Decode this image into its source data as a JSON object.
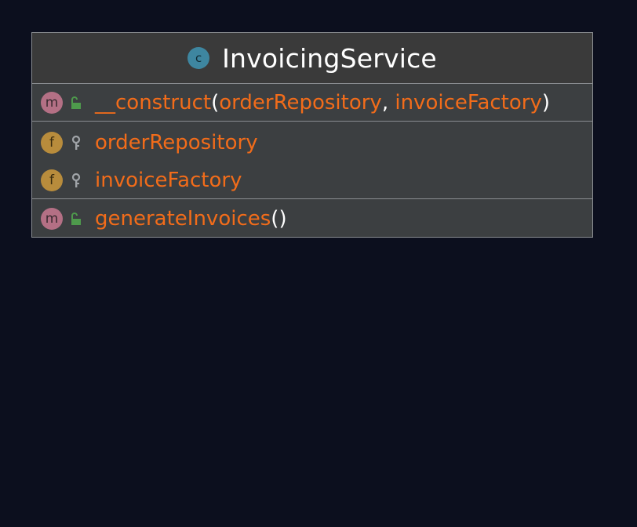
{
  "class": {
    "icon": "class-icon",
    "icon_letter": "c",
    "name": "InvoicingService"
  },
  "constructor": {
    "badge_letter": "m",
    "visibility": "public-unlocked-icon",
    "name": "__construct",
    "open_paren": "(",
    "param1": "orderRepository",
    "separator": ", ",
    "param2": "invoiceFactory",
    "close_paren": ")"
  },
  "fields": [
    {
      "badge_letter": "f",
      "visibility": "private-key-icon",
      "name": "orderRepository"
    },
    {
      "badge_letter": "f",
      "visibility": "private-key-icon",
      "name": "invoiceFactory"
    }
  ],
  "methods": [
    {
      "badge_letter": "m",
      "visibility": "public-unlocked-icon",
      "name": "generateInvoices",
      "parens": "()"
    }
  ],
  "colors": {
    "background": "#0c0f1e",
    "box": "#3c3f41",
    "member_text": "#f26c1a",
    "method_badge": "#b47085",
    "field_badge": "#b88c3c",
    "class_icon": "#3e86a0",
    "public_icon": "#4e9a4c"
  }
}
